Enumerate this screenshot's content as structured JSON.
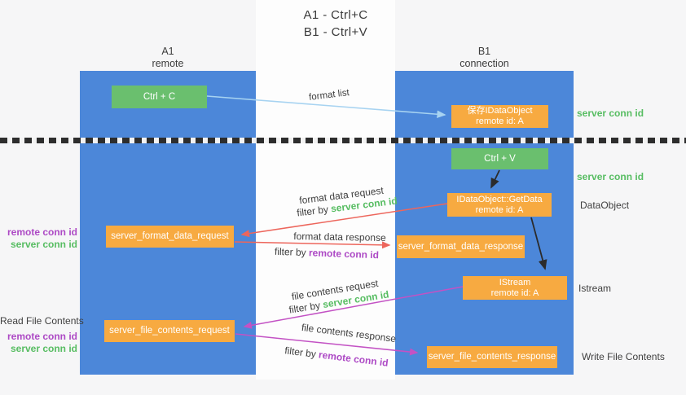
{
  "colors": {
    "lifeline_blue": "#4c87d9",
    "box_green": "#6abf6e",
    "box_orange": "#f7aa41",
    "arrow_red": "#ed665c",
    "arrow_purple": "#c352c4",
    "arrow_lightblue": "#a7d3f1",
    "arrow_black": "#2b2b2b",
    "text_green": "#57bd62",
    "text_purple": "#ad49c5"
  },
  "title": {
    "line1": "A1 - Ctrl+C",
    "line2": "B1 - Ctrl+V"
  },
  "lifelines": {
    "left": {
      "name": "A1",
      "role": "remote"
    },
    "right": {
      "name": "B1",
      "role": "connection"
    }
  },
  "boxes": {
    "ctrl_c": "Ctrl + C",
    "ctrl_v": "Ctrl + V",
    "save_idataobject": {
      "line1": "保存IDataObject",
      "line2": "remote id: A"
    },
    "getdata": {
      "line1": "IDataObject::GetData",
      "line2": "remote id: A"
    },
    "istream": {
      "line1": "IStream",
      "line2": "remote id: A"
    },
    "format_request": "server_format_data_request",
    "format_response": "server_format_data_response",
    "file_request": "server_file_contents_request",
    "file_response": "server_file_contents_response"
  },
  "annotations": {
    "server_conn_id_top": "server conn id",
    "server_conn_id_mid": "server conn id",
    "dataobject": "DataObject",
    "istream": "Istream",
    "write_file_contents": "Write File Contents",
    "read_file_contents": "Read File Contents",
    "format_remote_conn_id": "remote conn id",
    "format_server_conn_id": "server conn id",
    "file_remote_conn_id": "remote conn id",
    "file_server_conn_id": "server conn id"
  },
  "arrow_labels": {
    "format_list": "format list",
    "format_data_request": "format data request",
    "format_data_request_filter_prefix": "filter by ",
    "format_data_request_filter_key": "server conn id",
    "format_data_response": "format data response",
    "format_data_response_filter_prefix": "filter by ",
    "format_data_response_filter_key": "remote conn id",
    "file_contents_request": "file contents request",
    "file_contents_request_filter_prefix": "filter by ",
    "file_contents_request_filter_key": "server conn id",
    "file_contents_response": "file contents response",
    "file_contents_response_filter_prefix": "filter by ",
    "file_contents_response_filter_key": "remote conn id"
  }
}
